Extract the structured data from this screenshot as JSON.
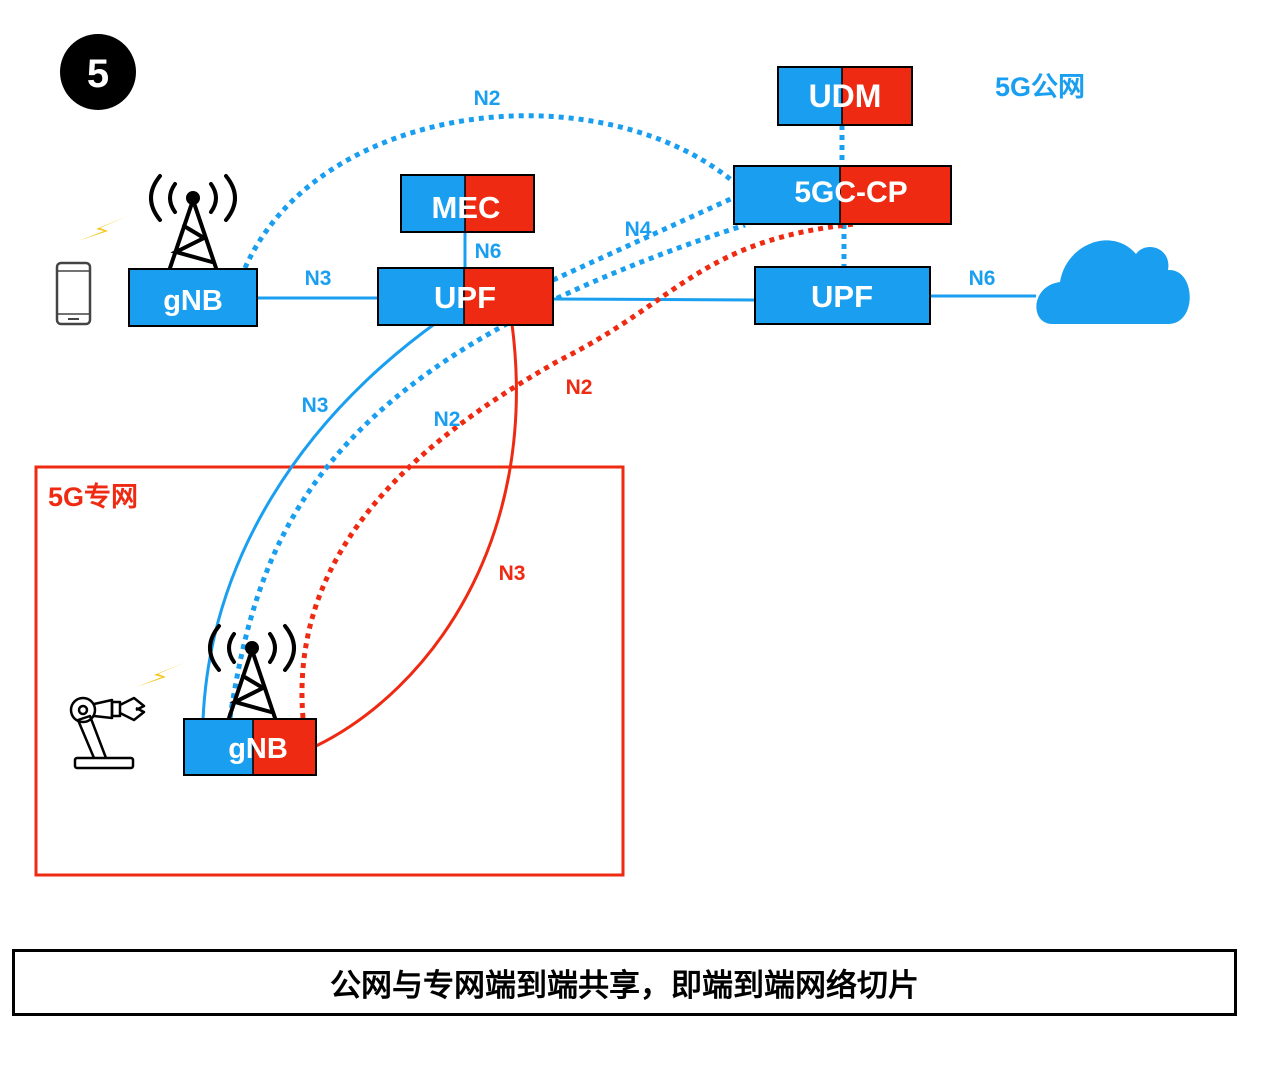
{
  "step_number": "5",
  "regions": {
    "public": "5G公网",
    "private": "5G专网"
  },
  "nodes": {
    "udm": "UDM",
    "cp": "5GC-CP",
    "mec": "MEC",
    "upf_local": "UPF",
    "upf_central": "UPF",
    "gnb_public": "gNB",
    "gnb_private": "gNB"
  },
  "links": {
    "n2_top": "N2",
    "n3_gnb_upf": "N3",
    "n6_mec": "N6",
    "n4": "N4",
    "n6_cloud": "N6",
    "n3_private_blue": "N3",
    "n2_private_blue": "N2",
    "n2_private_red": "N2",
    "n3_private_red": "N3"
  },
  "colors": {
    "public": "#1a9ff0",
    "private": "#ee2a12"
  },
  "caption": "公网与专网端到端共享，即端到端网络切片"
}
